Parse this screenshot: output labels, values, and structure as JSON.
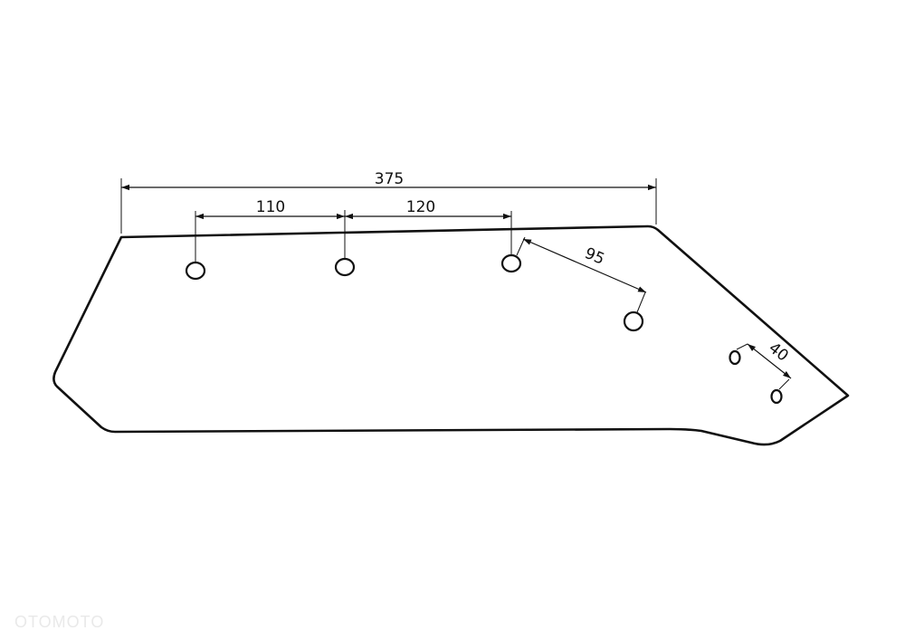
{
  "dimensions": {
    "overall": "375",
    "hole1_to_hole2": "110",
    "hole2_to_hole3": "120",
    "hole3_to_hole4": "95",
    "hole5_to_hole6": "40"
  },
  "watermark": "OTOMOTO",
  "colors": {
    "stroke": "#111111",
    "background": "#ffffff"
  }
}
